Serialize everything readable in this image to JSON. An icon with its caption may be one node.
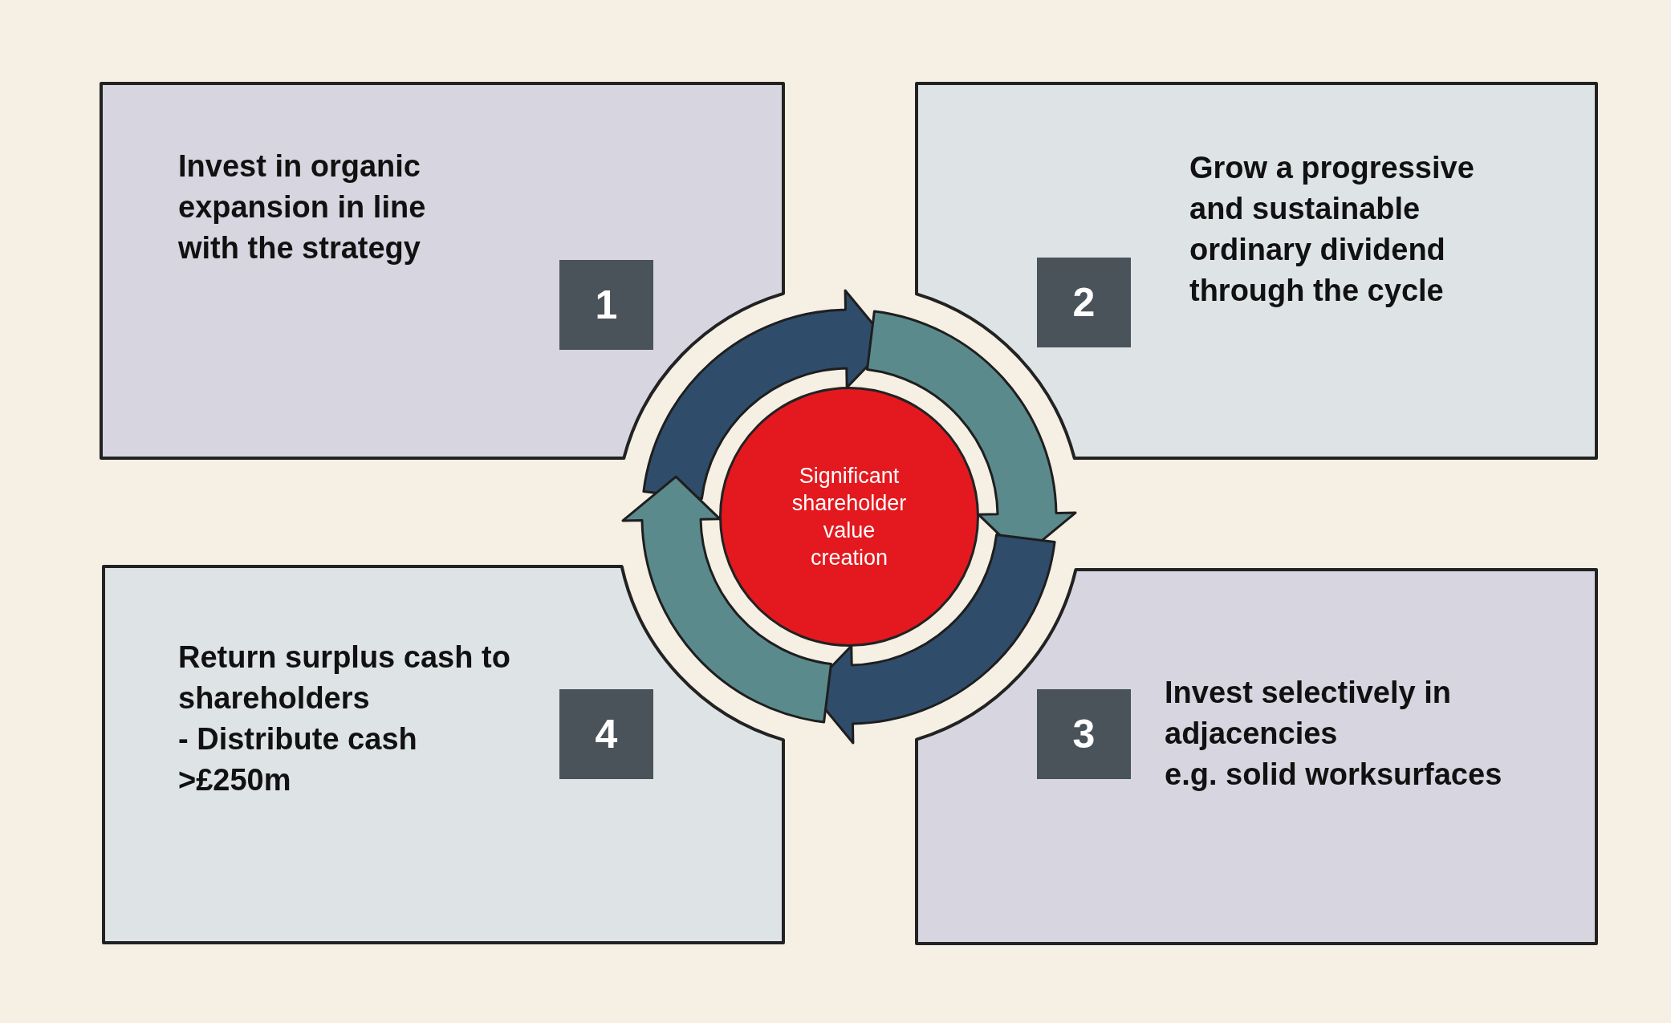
{
  "diagram": {
    "nodes": [
      {
        "text": [
          "Invest in organic expansion in line with the strategy"
        ]
      },
      {
        "text": [
          "1"
        ],
        "in": 0
      },
      {
        "text": [
          "Grow a progressive and sustainable ordinary dividend through the cycle"
        ]
      },
      {
        "text": [
          "2"
        ],
        "in": 2
      },
      {
        "text": [
          "Significant shareholder value creation"
        ]
      },
      {
        "text": [
          "Return surplus cash to shareholders",
          "- Distribute cash >£250m"
        ]
      },
      {
        "text": [
          "4"
        ],
        "in": 5
      },
      {
        "text": [
          "Invest selectively in adjacencies",
          "e.g. solid worksurfaces"
        ]
      },
      {
        "text": [
          "3"
        ],
        "in": 7
      }
    ]
  }
}
